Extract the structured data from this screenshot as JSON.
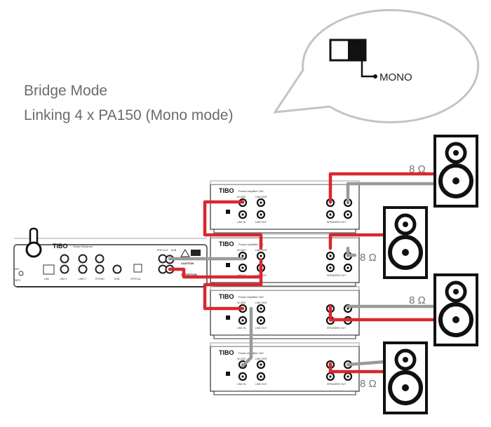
{
  "caption": {
    "line1": "Bridge Mode",
    "line2": "Linking 4 x PA150 (Mono mode)"
  },
  "callout": {
    "switch_label": "MONO"
  },
  "colors": {
    "red": "#d9272e",
    "grey": "#9a9a9a",
    "outline": "#1a1a1a",
    "caption": "#6b6b6b"
  },
  "streamer": {
    "brand": "TIBO",
    "model": "Smart Streamer",
    "labels": [
      "NFC",
      "LAN",
      "LINE 1",
      "LINE 2",
      "PHONO",
      "SUB",
      "OPTICAL",
      "PRE-OUT",
      "SUB",
      "WPS"
    ],
    "warning_label": "CAUTION",
    "attention_label": "ATTENTION"
  },
  "amplifiers": [
    {
      "brand": "TIBO",
      "model": "Power Amplifier 150",
      "in_label": "IN UNIT",
      "out_label": "LINK UNIT",
      "line_in": "LINE IN",
      "line_out": "LINE OUT",
      "speakers": "SPEAKERS OUT"
    },
    {
      "brand": "TIBO",
      "model": "Power Amplifier 150",
      "in_label": "IN UNIT",
      "out_label": "LINK UNIT",
      "line_in": "LINE IN",
      "line_out": "LINE OUT",
      "speakers": "SPEAKERS OUT"
    },
    {
      "brand": "TIBO",
      "model": "Power Amplifier 150",
      "in_label": "IN UNIT",
      "out_label": "LINK UNIT",
      "line_in": "LINE IN",
      "line_out": "LINE OUT",
      "speakers": "SPEAKERS OUT"
    },
    {
      "brand": "TIBO",
      "model": "Power Amplifier 150",
      "in_label": "IN UNIT",
      "out_label": "LINK UNIT",
      "line_in": "LINE IN",
      "line_out": "LINE OUT",
      "speakers": "SPEAKERS OUT"
    }
  ],
  "speakers": [
    {
      "impedance": "8 Ω"
    },
    {
      "impedance": "8 Ω"
    },
    {
      "impedance": "8 Ω"
    },
    {
      "impedance": "8 Ω"
    }
  ]
}
